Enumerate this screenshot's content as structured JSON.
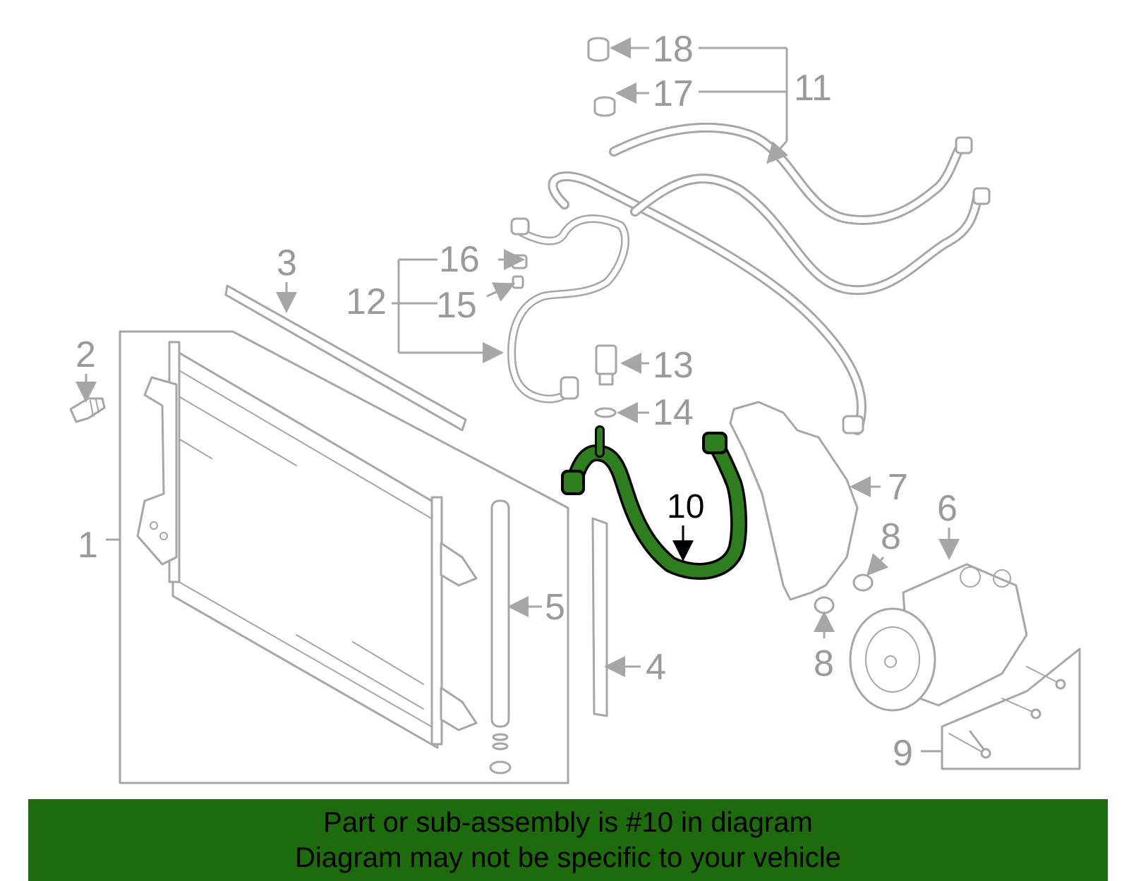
{
  "diagram": {
    "callouts": {
      "c1": "1",
      "c2": "2",
      "c3": "3",
      "c4": "4",
      "c5": "5",
      "c6": "6",
      "c7": "7",
      "c8a": "8",
      "c8b": "8",
      "c9": "9",
      "c10": "10",
      "c11": "11",
      "c12": "12",
      "c13": "13",
      "c14": "14",
      "c15": "15",
      "c16": "16",
      "c17": "17",
      "c18": "18"
    },
    "highlighted_part": "10",
    "highlight_color": "#2e7d1f",
    "part_line_color": "#a6a6a6"
  },
  "banner": {
    "line1": "Part or sub-assembly is #10 in diagram",
    "line2": "Diagram may not be specific to your vehicle",
    "background": "#1e6b0d"
  }
}
